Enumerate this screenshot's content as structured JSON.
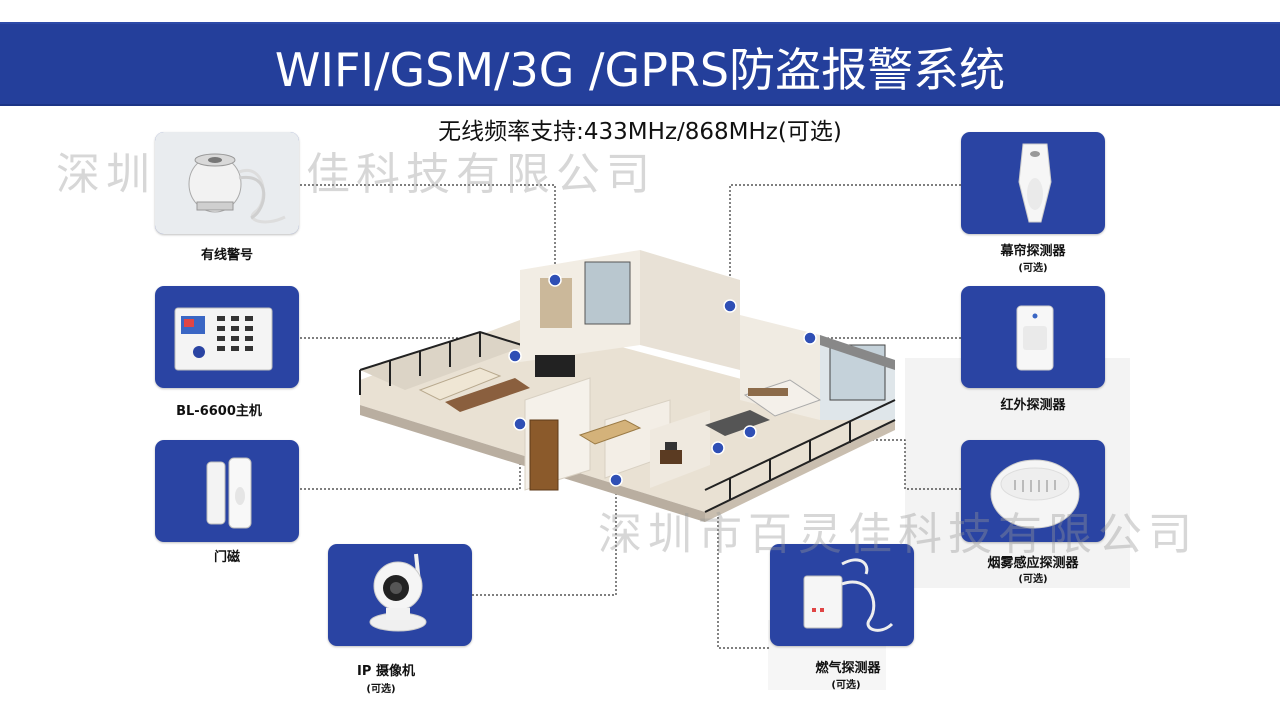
{
  "header": {
    "title": "WIFI/GSM/3G /GPRS防盗报警系统",
    "subtitle": "无线频率支持:433MHz/868MHz(可选)"
  },
  "watermark": {
    "text_top": "深圳市百灵佳科技有限公司",
    "text_bottom": "深圳市百灵佳科技有限公司"
  },
  "devices": {
    "siren": {
      "label": "有线警号",
      "icon": "siren-icon"
    },
    "host": {
      "label": "BL-6600主机",
      "icon": "control-panel-icon"
    },
    "door": {
      "label": "门磁",
      "icon": "door-sensor-icon"
    },
    "camera": {
      "label": "IP 摄像机",
      "sub": "(可选)",
      "icon": "camera-icon"
    },
    "gas": {
      "label": "燃气探测器",
      "sub": "(可选)",
      "icon": "gas-detector-icon"
    },
    "curtain": {
      "label": "幕帘探测器",
      "sub": "(可选)",
      "icon": "curtain-detector-icon"
    },
    "pir": {
      "label": "红外探测器",
      "icon": "pir-detector-icon"
    },
    "smoke": {
      "label": "烟雾感应探测器",
      "sub": "(可选)",
      "icon": "smoke-detector-icon"
    }
  },
  "colors": {
    "banner": "#243f9b",
    "card": "#2a44a3",
    "connector_dot": "#2f4fb5"
  }
}
